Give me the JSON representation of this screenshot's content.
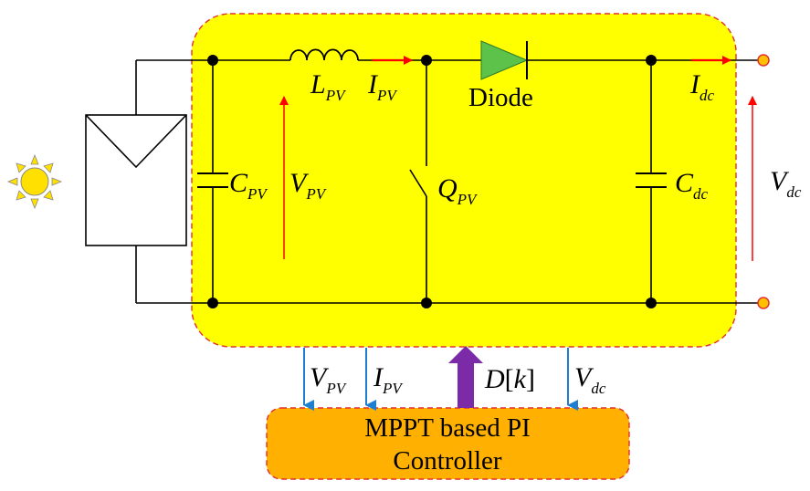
{
  "labels": {
    "lpv": {
      "main": "L",
      "sub": "PV"
    },
    "ipv": {
      "main": "I",
      "sub": "PV"
    },
    "diode": "Diode",
    "idc": {
      "main": "I",
      "sub": "dc"
    },
    "cpv": {
      "main": "C",
      "sub": "PV"
    },
    "vpv": {
      "main": "V",
      "sub": "PV"
    },
    "qpv": {
      "main": "Q",
      "sub": "PV"
    },
    "cdc": {
      "main": "C",
      "sub": "dc"
    },
    "vdc": {
      "main": "V",
      "sub": "dc"
    }
  },
  "signals": {
    "vpv": {
      "main": "V",
      "sub": "PV"
    },
    "ipv": {
      "main": "I",
      "sub": "PV"
    },
    "duty": {
      "d": "D",
      "lb": "[",
      "k": "k",
      "rb": "]"
    },
    "vdc": {
      "main": "V",
      "sub": "dc"
    }
  },
  "controller": {
    "line1": "MPPT based PI",
    "line2": "Controller"
  },
  "colors": {
    "converter_fill": "#ffff00",
    "converter_border": "#e03030",
    "controller_fill": "#ffb000",
    "measure_arrow": "#1e7fd0",
    "duty_arrow": "#7b2aa8",
    "current_arrow": "#ff0000",
    "diode_fill": "#5cc24a",
    "terminal": "#ffc000",
    "sun": "#ffe000"
  }
}
